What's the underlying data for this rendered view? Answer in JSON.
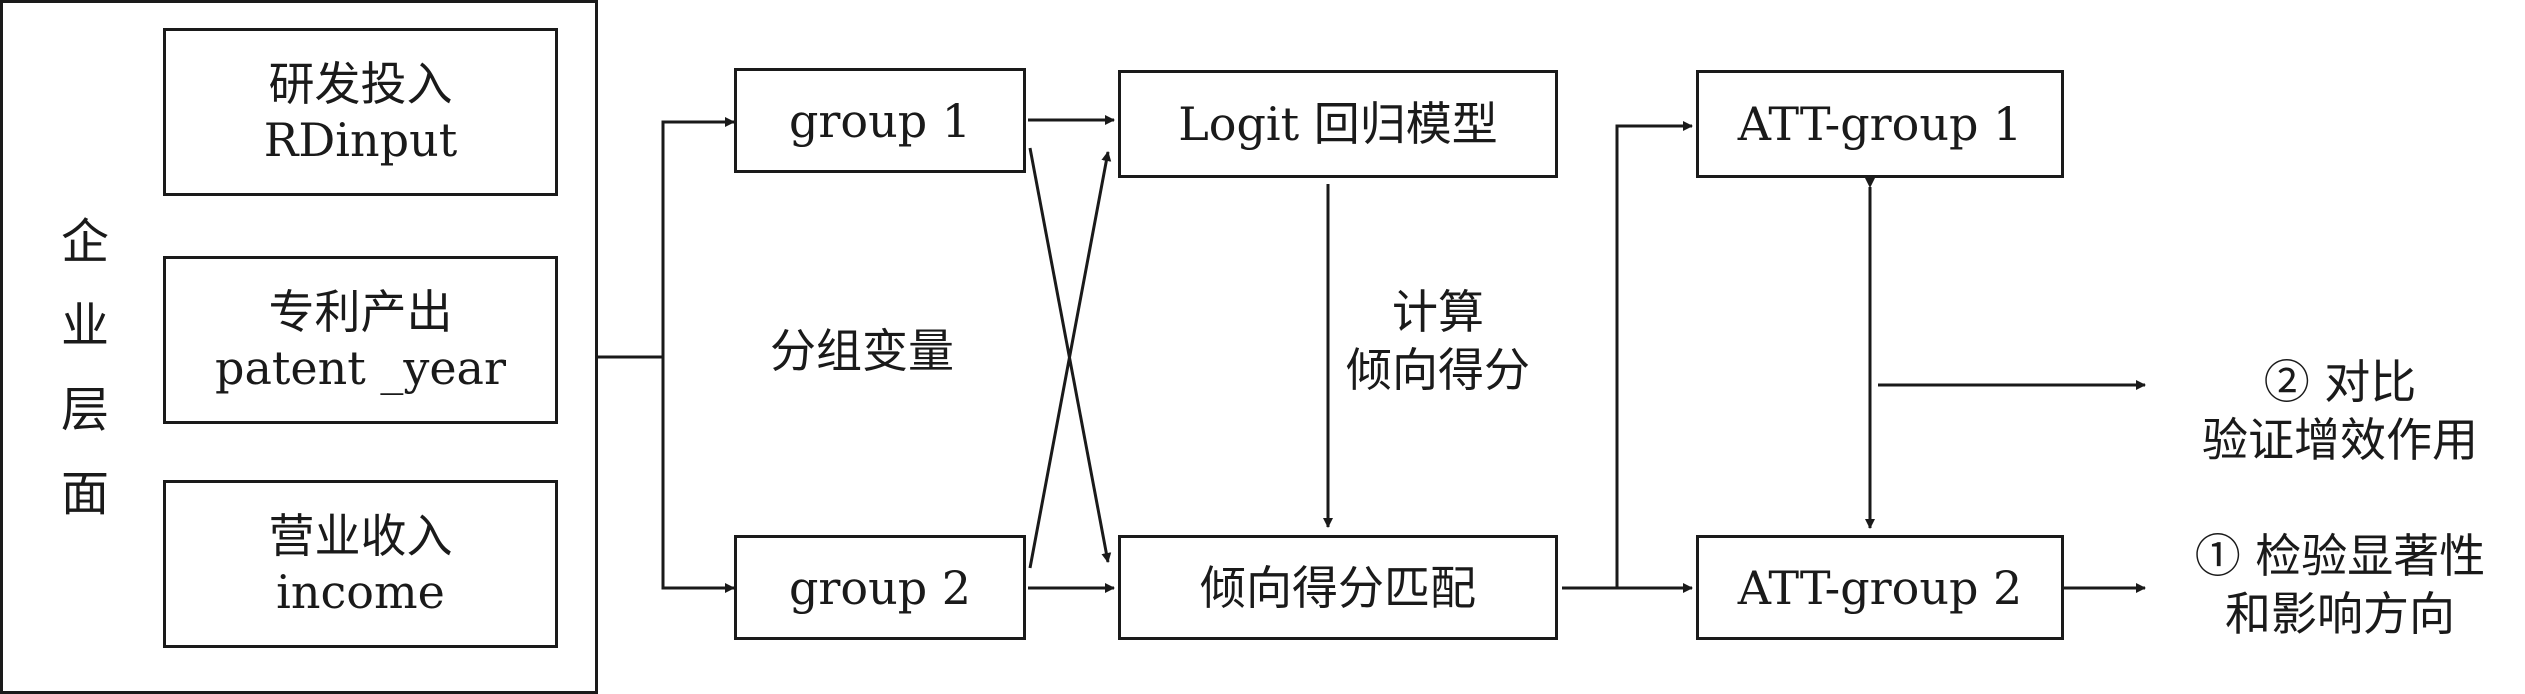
{
  "enterprise": {
    "label": [
      "企",
      "业",
      "层",
      "面"
    ]
  },
  "inputs": [
    {
      "cn": "研发投入",
      "en": "RDinput"
    },
    {
      "cn": "专利产出",
      "en": "patent _year"
    },
    {
      "cn": "营业收入",
      "en": "income"
    }
  ],
  "groups": {
    "g1": "group 1",
    "g2": "group 2",
    "label": "分组变量"
  },
  "model": {
    "logit": "Logit 回归模型",
    "psm": "倾向得分匹配",
    "calc": [
      "计算",
      "倾向得分"
    ]
  },
  "att": {
    "g1": "ATT-group 1",
    "g2": "ATT-group 2"
  },
  "results": {
    "compare": [
      "② 对比",
      "验证增效作用"
    ],
    "test": [
      "① 检验显著性",
      "和影响方向"
    ]
  }
}
